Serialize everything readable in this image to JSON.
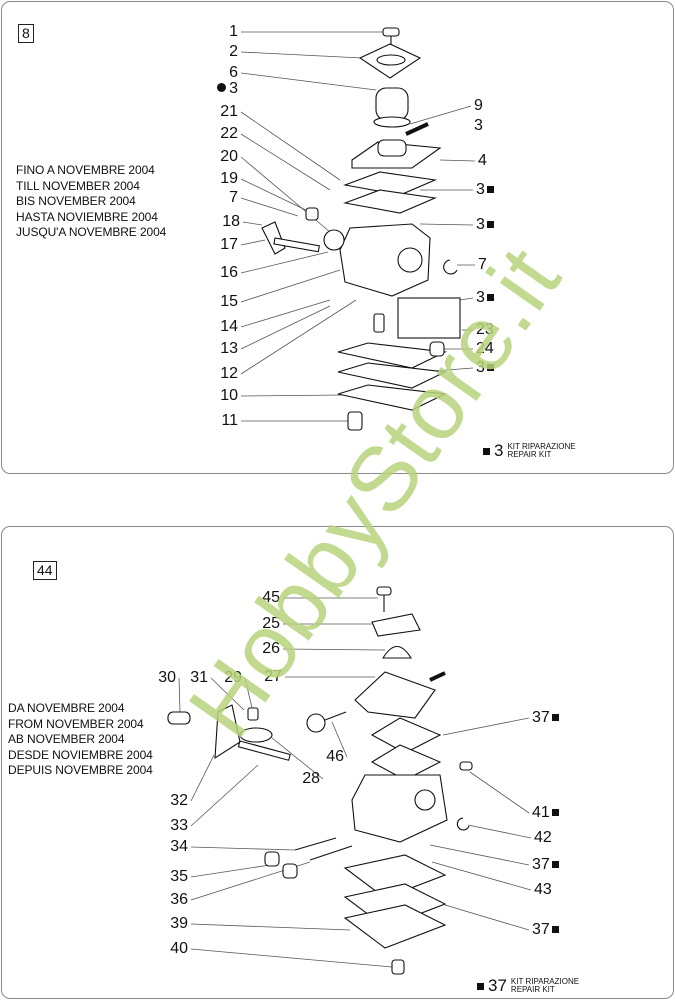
{
  "panel1": {
    "figure_number": "8",
    "date_notes": [
      "FINO A NOVEMBRE 2004",
      "TILL NOVEMBER 2004",
      "BIS NOVEMBER 2004",
      "HASTA NOVIEMBRE 2004",
      "JUSQU'A NOVEMBRE 2004"
    ],
    "callouts": [
      "1",
      "2",
      "6",
      "3",
      "21",
      "22",
      "20",
      "19",
      "7",
      "18",
      "17",
      "16",
      "15",
      "14",
      "13",
      "12",
      "10",
      "11",
      "9",
      "3",
      "4",
      "3",
      "3",
      "7",
      "3",
      "23",
      "24",
      "3"
    ],
    "legend": {
      "number": "3",
      "line1": "KIT RIPARAZIONE",
      "line2": "REPAIR KIT"
    }
  },
  "panel2": {
    "figure_number": "44",
    "date_notes": [
      "DA NOVEMBRE 2004",
      "FROM NOVEMBER 2004",
      "AB NOVEMBER 2004",
      "DESDE NOVIEMBRE 2004",
      "DEPUIS NOVEMBRE 2004"
    ],
    "callouts": [
      "45",
      "25",
      "26",
      "27",
      "30",
      "31",
      "29",
      "46",
      "28",
      "32",
      "33",
      "34",
      "35",
      "36",
      "39",
      "40",
      "37",
      "41",
      "42",
      "37",
      "43",
      "37"
    ],
    "legend": {
      "number": "37",
      "line1": "KIT RIPARAZIONE",
      "line2": "REPAIR KIT"
    }
  },
  "watermark": "HobbyStore.it"
}
